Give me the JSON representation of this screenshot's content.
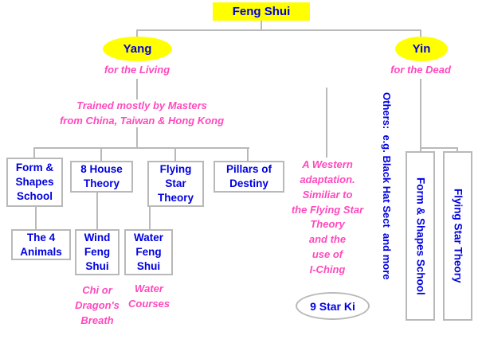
{
  "colors": {
    "node_text_blue": "#0000e0",
    "highlight_yellow": "#ffff00",
    "note_pink": "#ff49bd",
    "connector_gray": "#b9b9b9"
  },
  "nodes": {
    "root": "Feng Shui",
    "yang": "Yang",
    "yang_caption": "for the Living",
    "yin": "Yin",
    "yin_caption": "for the Dead",
    "masters_note": "Trained mostly by Masters\nfrom China, Taiwan & Hong Kong",
    "form_shapes": "Form &\nShapes\nSchool",
    "eight_house": "8 House\nTheory",
    "flying_star": "Flying\nStar\nTheory",
    "pillars": "Pillars of\nDestiny",
    "four_animals": "The 4\nAnimals",
    "wind": "Wind\nFeng\nShui",
    "water": "Water\nFeng\nShui",
    "chi_note": "Chi or\nDragon's\nBreath",
    "water_note": "Water\nCourses",
    "western_note": "A Western\nadaptation.\nSimiliar to\nthe Flying Star\nTheory\nand the\nuse of\nI-Ching",
    "nine_star_ki": "9 Star Ki",
    "others_note": "Others:  e.g. Black Hat Sect  and more",
    "yin_form_shapes": "Form & Shapes School",
    "yin_flying_star": "Flying Star Theory"
  }
}
